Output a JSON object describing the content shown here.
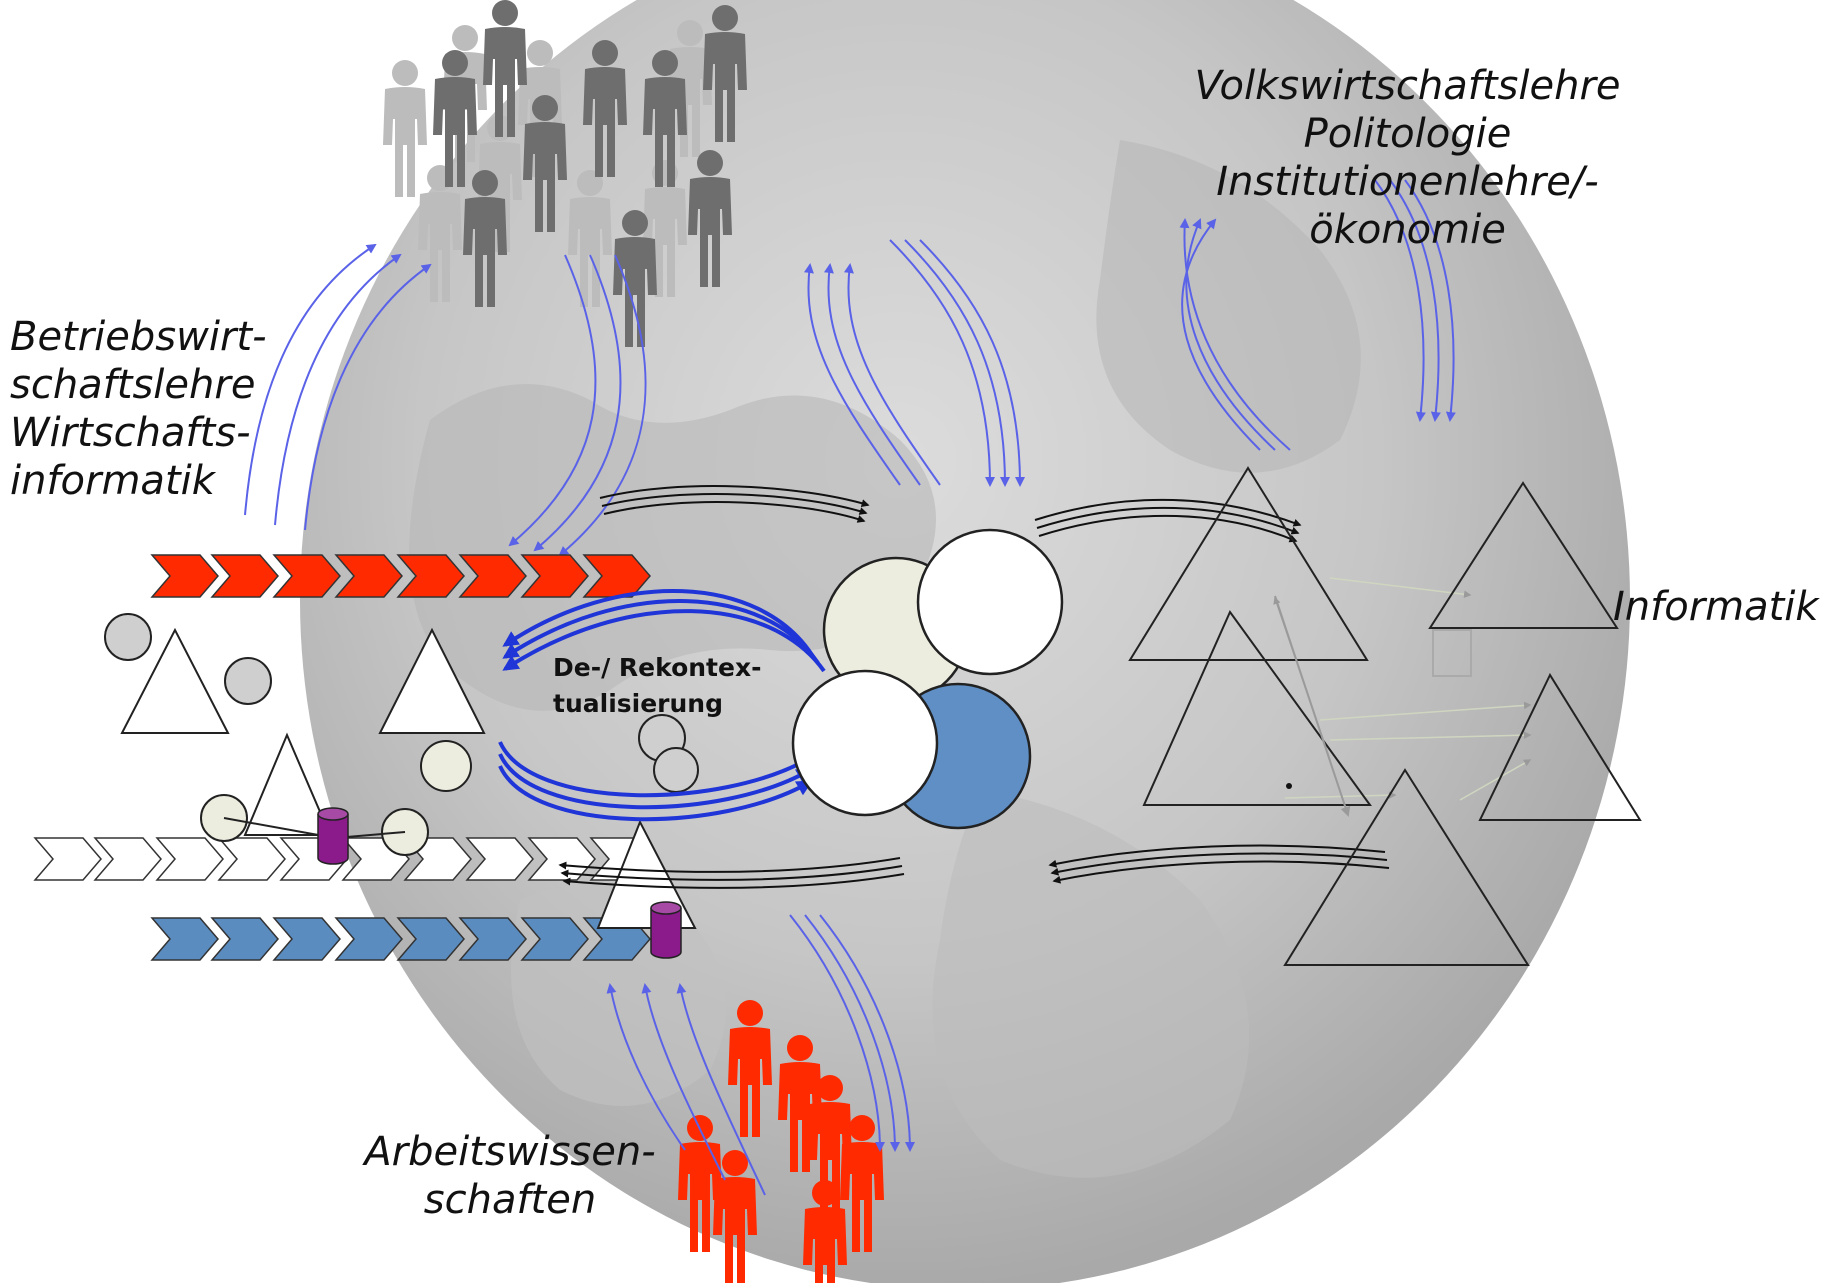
{
  "labels": {
    "bwl_lines": [
      "Betriebswirt-",
      "schaftslehre",
      "Wirtschafts-",
      "informatik"
    ],
    "vwl_lines": [
      "Volkswirtschaftslehre",
      "Politologie",
      "Institutionenlehre/-",
      "ökonomie"
    ],
    "informatik": "Informatik",
    "arbeit_lines": [
      "Arbeitswissen-",
      "schaften"
    ],
    "center_lines": [
      "De-/ Rekontex-",
      "tualisierung"
    ]
  },
  "colors": {
    "arrow_blue": "#5a62e8",
    "cycle_blue": "#1f35d8",
    "chevron_red": "#ff2a00",
    "chevron_blue": "#5b8cc0",
    "people_dark": "#6e6e6e",
    "people_light": "#bcbcbc",
    "people_red": "#ff2a00",
    "cylinder": "#8b1a8b",
    "circle_blue": "#5f8fc5",
    "circle_grey": "#cfcfcf",
    "circle_cream": "#ececdf"
  }
}
